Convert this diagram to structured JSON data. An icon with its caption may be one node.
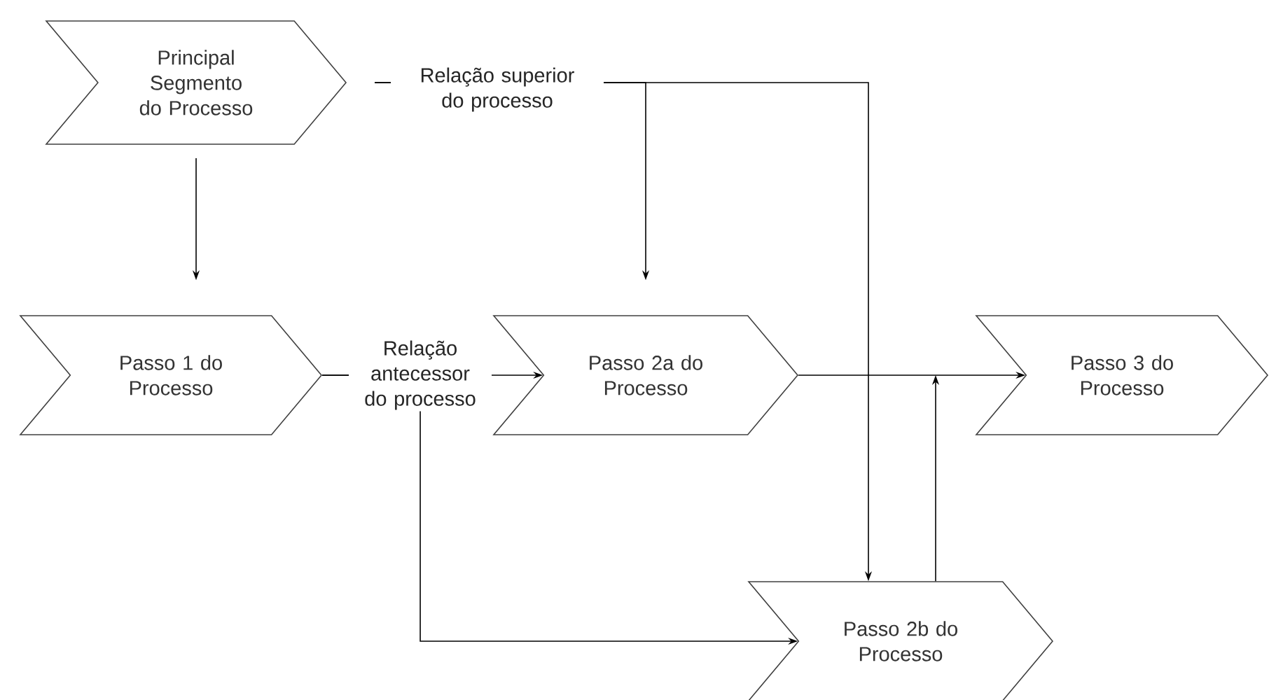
{
  "diagram": {
    "nodes": [
      {
        "text": [
          "Principal Segmento do Processo"
        ]
      },
      {
        "text": [
          "Passo 1 do Processo"
        ]
      },
      {
        "text": [
          "Passo 2a do Processo"
        ]
      },
      {
        "text": [
          "Passo 3 do Processo"
        ]
      },
      {
        "text": [
          "Passo 2b do Processo"
        ]
      }
    ],
    "edges": [
      {
        "from": 0,
        "to": 1,
        "arrow": "to"
      },
      {
        "from": 0,
        "to": 2,
        "arrow": "to",
        "label": "Relação superior do processo"
      },
      {
        "from": 0,
        "to": 4,
        "arrow": "to"
      },
      {
        "from": 1,
        "to": 2,
        "arrow": "to",
        "label": "Relação antecessor do processo"
      },
      {
        "from": 1,
        "to": 4,
        "arrow": "to"
      },
      {
        "from": 2,
        "to": 3,
        "arrow": "to"
      },
      {
        "from": 4,
        "to": 3,
        "arrow": "to"
      }
    ]
  }
}
